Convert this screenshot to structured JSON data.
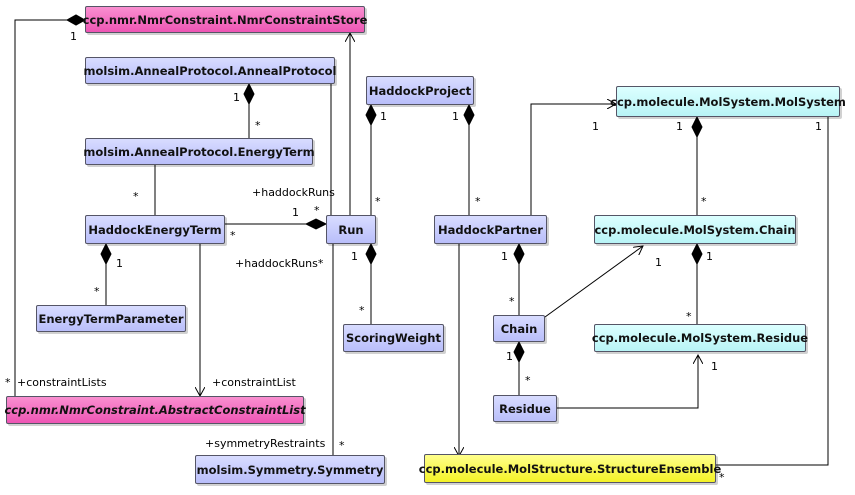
{
  "classes": {
    "nmr_constraint_store": "ccp.nmr.NmrConstraint.NmrConstraintStore",
    "anneal_protocol": "molsim.AnnealProtocol.AnnealProtocol",
    "energy_term": "molsim.AnnealProtocol.EnergyTerm",
    "haddock_energy_term": "HaddockEnergyTerm",
    "energy_term_parameter": "EnergyTermParameter",
    "abstract_constraint_list": "ccp.nmr.NmrConstraint.AbstractConstraintList",
    "symmetry": "molsim.Symmetry.Symmetry",
    "haddock_project": "HaddockProject",
    "run": "Run",
    "scoring_weight": "ScoringWeight",
    "haddock_partner": "HaddockPartner",
    "chain": "Chain",
    "residue": "Residue",
    "mol_system": "ccp.molecule.MolSystem.MolSystem",
    "mol_system_chain": "ccp.molecule.MolSystem.Chain",
    "mol_system_residue": "ccp.molecule.MolSystem.Residue",
    "structure_ensemble": "ccp.molecule.MolStructure.StructureEnsemble"
  },
  "labels": {
    "store_one": "1",
    "store_star": "*",
    "constraint_lists": "+constraintLists",
    "constraint_list": "+constraintList",
    "anneal_one": "1",
    "energy_term_star": "*",
    "energy_term_to_het_star": "*",
    "haddock_runs_a": "+haddockRuns",
    "run_one": "1",
    "run_star": "*",
    "het_star": "*",
    "het_one": "1",
    "etp_star": "*",
    "haddock_runs_b": "+haddockRuns*",
    "symmetry_restraints": "+symmetryRestraints",
    "symmetry_star": "*",
    "run_sw_one": "1",
    "sw_star": "*",
    "project_run_one": "1",
    "project_run_star": "*",
    "project_partner_one": "1",
    "project_partner_star": "*",
    "partner_molsys_one": "1",
    "partner_chain_one": "1",
    "chain_star": "*",
    "chain_res_one": "1",
    "res_star": "*",
    "molsys_chain_one": "1",
    "molsys_chain_star": "*",
    "mschain_one": "1",
    "mschain_res_star": "*",
    "chain_mschain_one": "1",
    "res_msres_one": "1",
    "molsys_one_b": "1",
    "ensemble_star": "*"
  },
  "colors": {
    "pink": "#ee55b4",
    "purple": "#b9befa",
    "cyan": "#b8f4f6",
    "yellow": "#f4f226",
    "line": "#000000"
  }
}
